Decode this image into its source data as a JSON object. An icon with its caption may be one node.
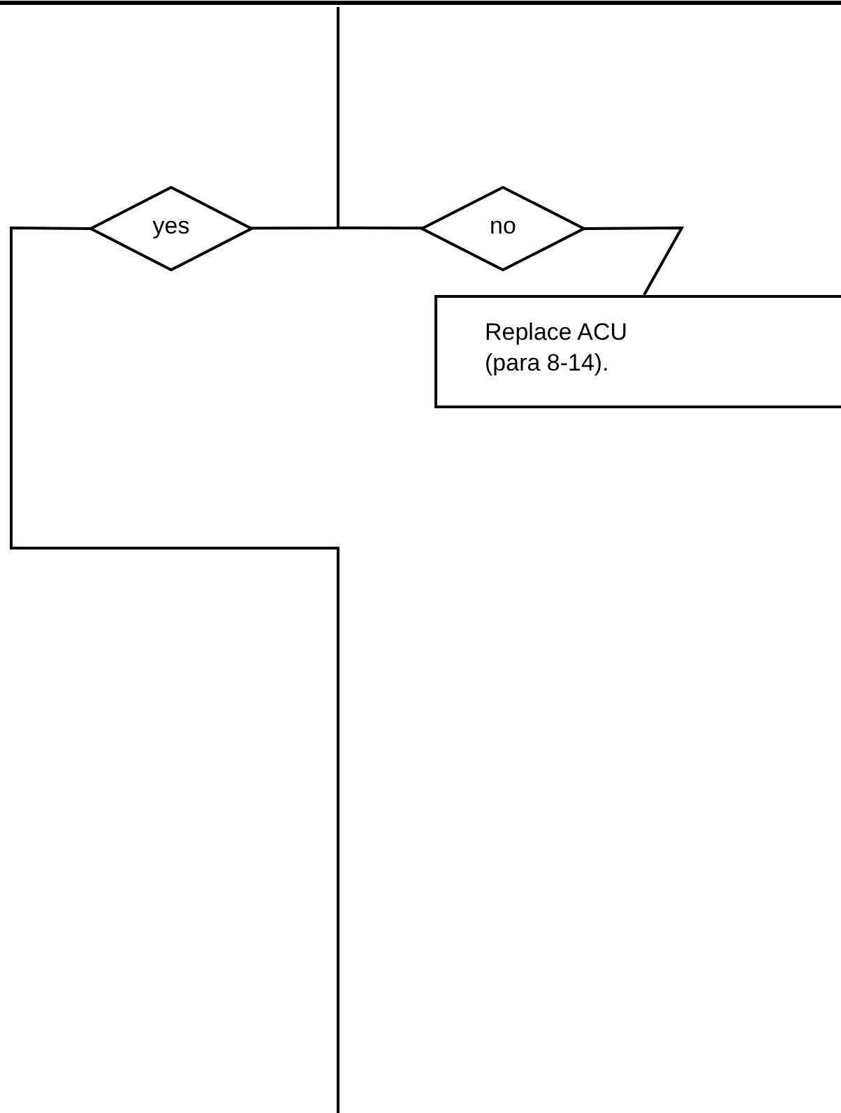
{
  "diagram": {
    "nodes": [
      {
        "text": [
          "yes"
        ]
      },
      {
        "text": [
          "no"
        ]
      },
      {
        "text": [
          "Replace ACU (para 8-14)."
        ]
      }
    ],
    "edges": [
      {
        "from": null,
        "to": 0,
        "arrow": "none"
      },
      {
        "from": null,
        "to": 1,
        "arrow": "none"
      },
      {
        "from": 1,
        "to": 2,
        "arrow": "none"
      },
      {
        "from": 0,
        "to": null,
        "arrow": "none"
      }
    ]
  }
}
